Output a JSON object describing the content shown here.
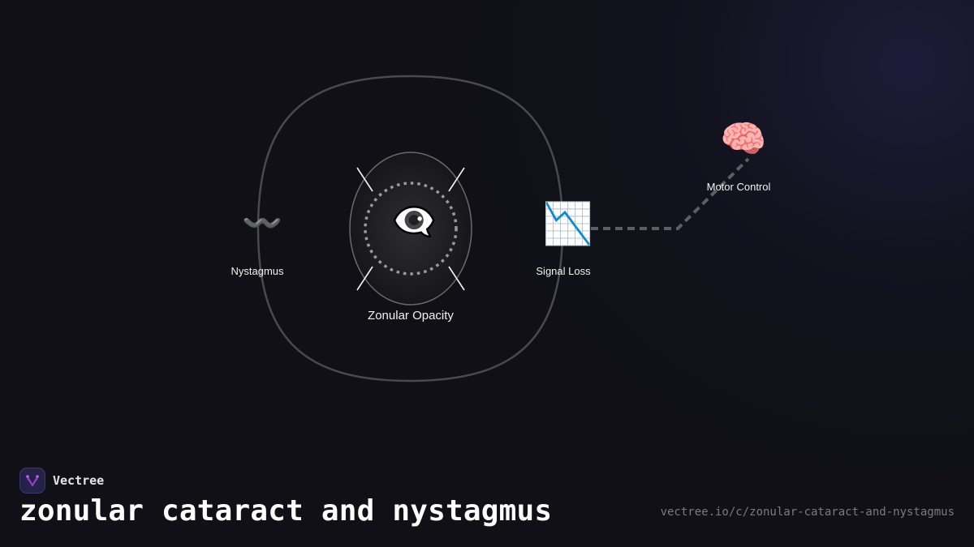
{
  "diagram": {
    "center": {
      "label": "Zonular Opacity",
      "icon": "eye-in-speech-bubble-icon",
      "glyph": "👁️‍🗨️"
    },
    "nodes": [
      {
        "id": "nystagmus",
        "label": "Nystagmus",
        "icon": "wavy-dash-icon",
        "glyph": "〰️"
      },
      {
        "id": "signal-loss",
        "label": "Signal Loss",
        "icon": "chart-decreasing-icon",
        "glyph": "📉"
      },
      {
        "id": "motor-control",
        "label": "Motor Control",
        "icon": "brain-icon",
        "glyph": "🧠"
      }
    ],
    "edges": [
      {
        "from": "signal-loss",
        "to": "motor-control",
        "style": "dashed"
      }
    ],
    "colors": {
      "background": "#101016",
      "outline": "#4a4a4e",
      "edge": "#5a5a5e",
      "text": "#f2f2f2"
    }
  },
  "footer": {
    "brand": "Vectree",
    "title": "zonular cataract and nystagmus",
    "url": "vectree.io/c/zonular-cataract-and-nystagmus",
    "accent": "#a040d0"
  }
}
